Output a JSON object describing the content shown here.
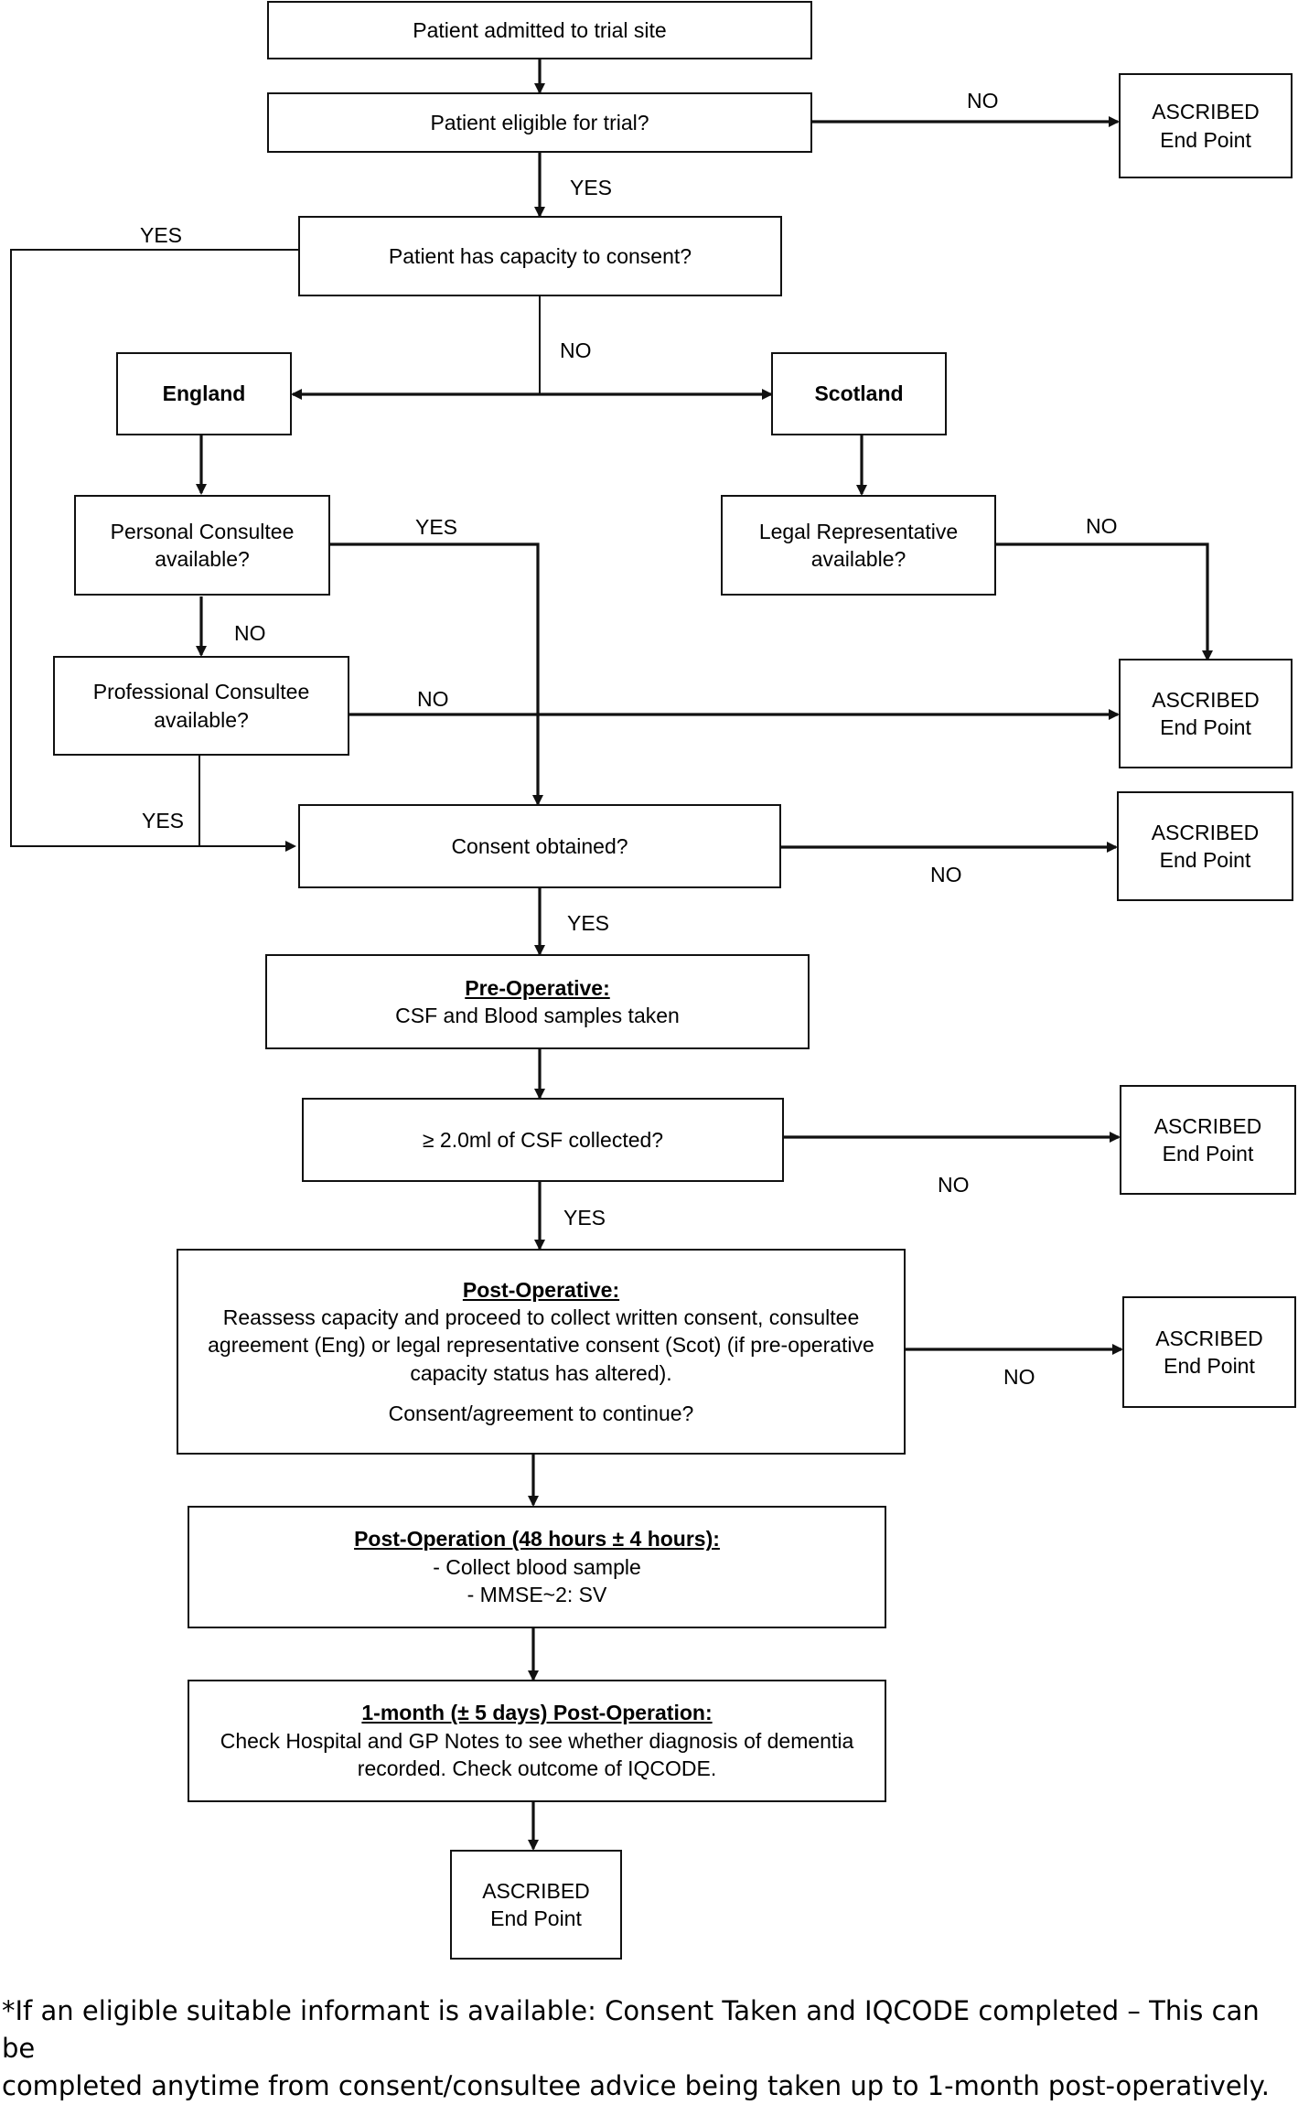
{
  "nodes": {
    "admitted": "Patient admitted to trial site",
    "eligible": "Patient eligible for trial?",
    "capacity": "Patient has capacity to consent?",
    "england": "England",
    "scotland": "Scotland",
    "personal_consultee": [
      "Personal Consultee",
      "available?"
    ],
    "legal_rep": [
      "Legal Representative",
      "available?"
    ],
    "professional_consultee": [
      "Professional Consultee",
      "available?"
    ],
    "consent_obtained": "Consent obtained?",
    "pre_op": {
      "heading": "Pre-Operative:",
      "text": "CSF and Blood samples taken"
    },
    "csf": "≥ 2.0ml of CSF collected?",
    "post_op": {
      "heading": "Post-Operative:",
      "lines": [
        "Reassess capacity and proceed to collect written consent, consultee",
        "agreement (Eng) or legal representative consent (Scot) (if pre-operative",
        "capacity status has altered)."
      ],
      "question": "Consent/agreement to continue?"
    },
    "post_48h": {
      "heading": "Post-Operation (48 hours ± 4 hours):",
      "lines": [
        "- Collect blood sample",
        "- MMSE~2: SV"
      ]
    },
    "one_month": {
      "heading": "1-month (± 5 days) Post-Operation:",
      "lines": [
        "Check Hospital and GP Notes to see whether diagnosis of dementia",
        "recorded. Check outcome of IQCODE."
      ]
    },
    "endpoint": [
      "ASCRIBED",
      "End Point"
    ]
  },
  "labels": {
    "yes": "YES",
    "no": "NO"
  },
  "footnote": [
    "*If an eligible suitable informant is available: Consent Taken and IQCODE completed – This can be",
    "completed anytime from consent/consultee advice being taken up to 1-month post-operatively."
  ],
  "colors": {
    "line": "#111111",
    "background": "#ffffff"
  }
}
